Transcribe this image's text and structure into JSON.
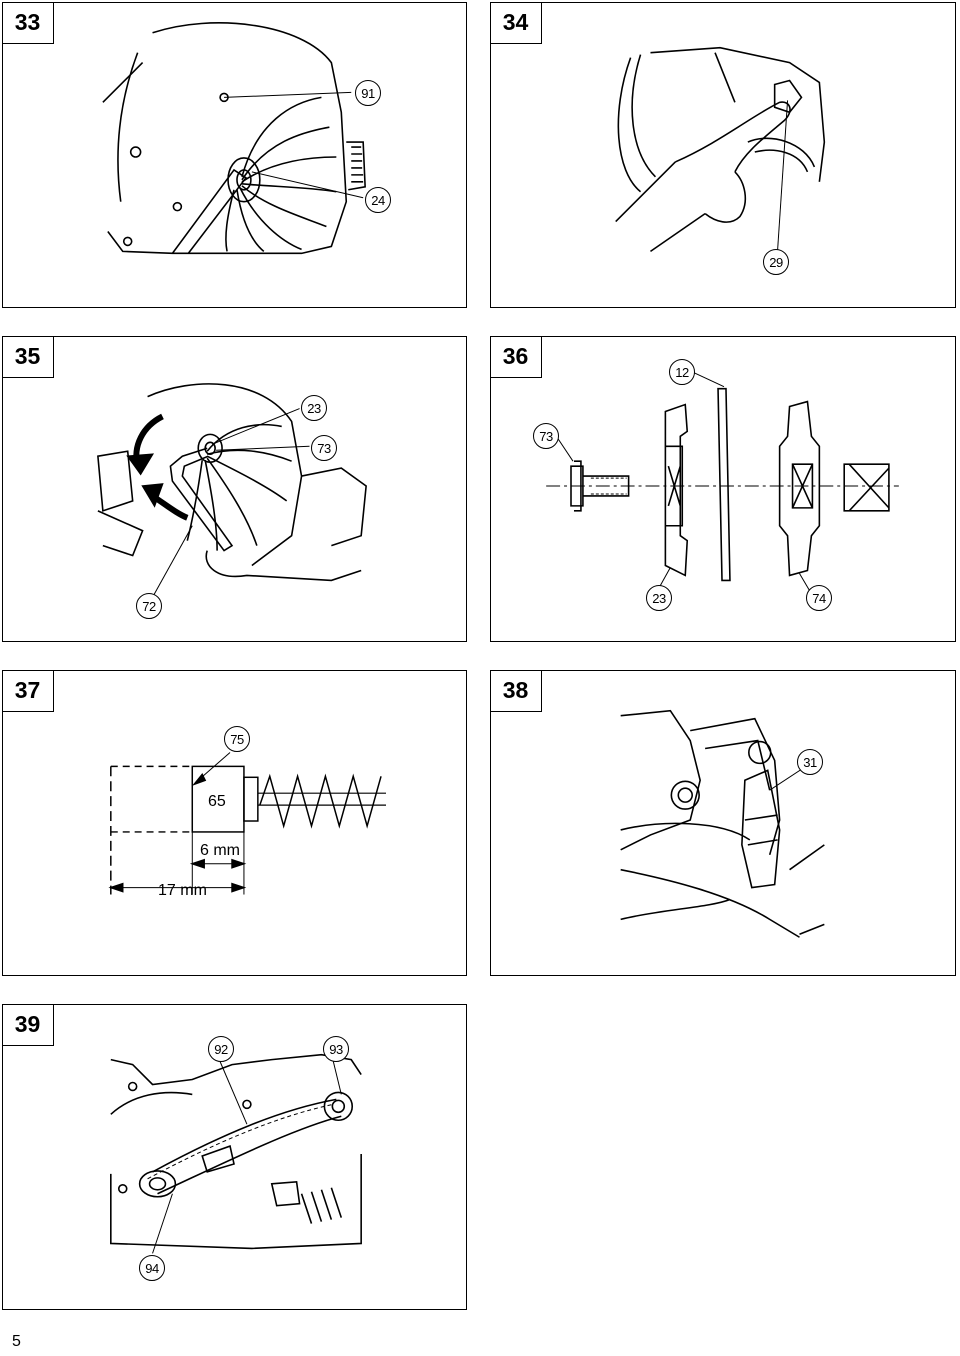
{
  "page_number": "5",
  "figures": [
    {
      "number": "33",
      "callouts": [
        "91",
        "24"
      ]
    },
    {
      "number": "34",
      "callouts": [
        "29"
      ]
    },
    {
      "number": "35",
      "callouts": [
        "23",
        "73",
        "72"
      ]
    },
    {
      "number": "36",
      "callouts": [
        "12",
        "73",
        "23",
        "74"
      ]
    },
    {
      "number": "37",
      "callouts": [
        "75"
      ],
      "labels": {
        "brush_code": "65",
        "dim_min": "6 mm",
        "dim_new": "17 mm"
      }
    },
    {
      "number": "38",
      "callouts": [
        "31"
      ]
    },
    {
      "number": "39",
      "callouts": [
        "92",
        "93",
        "94"
      ]
    }
  ]
}
